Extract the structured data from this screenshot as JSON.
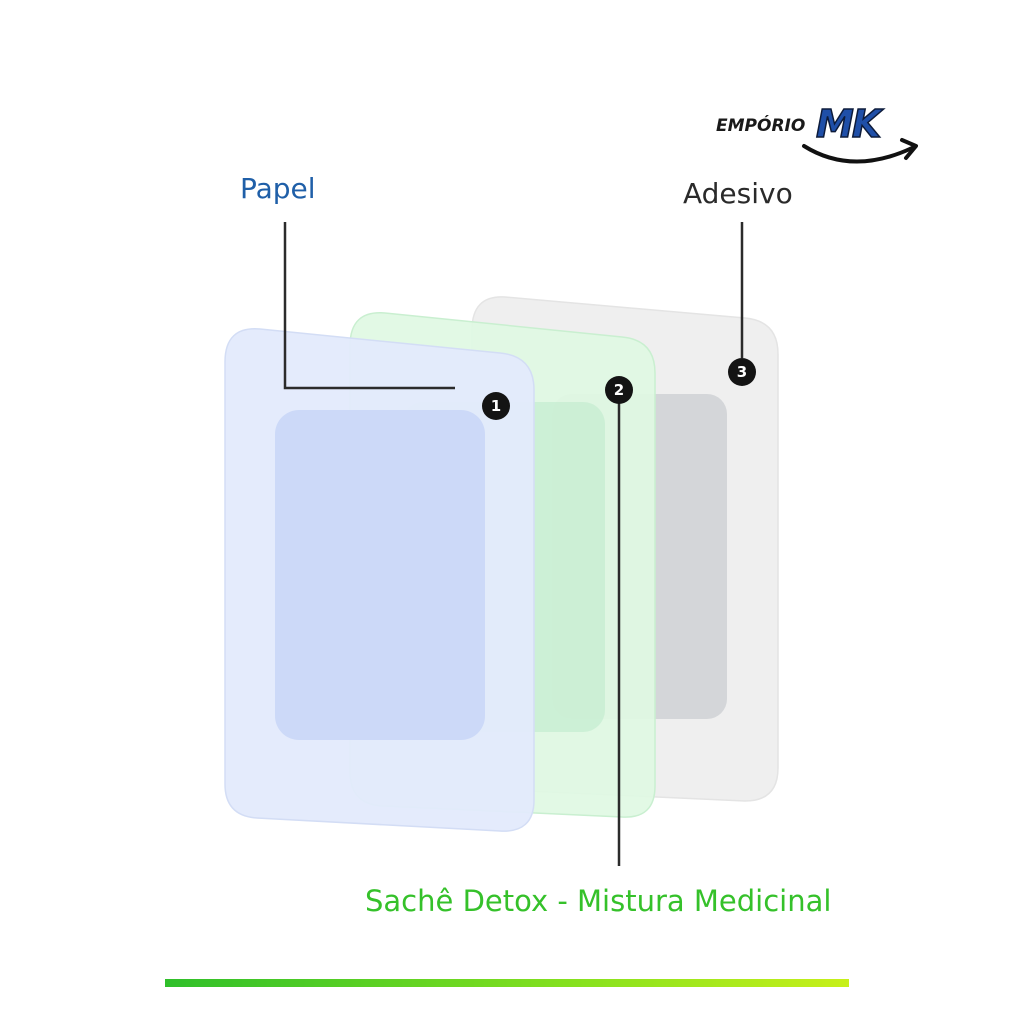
{
  "logo": {
    "prefix": "EMPÓRIO",
    "mark": "MK"
  },
  "layers": [
    {
      "number": "1",
      "label": "Papel",
      "color": "#1f5fa8"
    },
    {
      "number": "2",
      "label": "Sachê Detox - Mistura Medicinal",
      "color": "#35c12a"
    },
    {
      "number": "3",
      "label": "Adesivo",
      "color": "#2a2a2a"
    }
  ],
  "colors": {
    "paper_layer": "#e3eafc",
    "sachet_layer": "#dff8e3",
    "adhesive_layer": "#efefef",
    "badge": "#141414",
    "bottom_bar_start": "#2fbf2a",
    "bottom_bar_end": "#c7f01a"
  }
}
